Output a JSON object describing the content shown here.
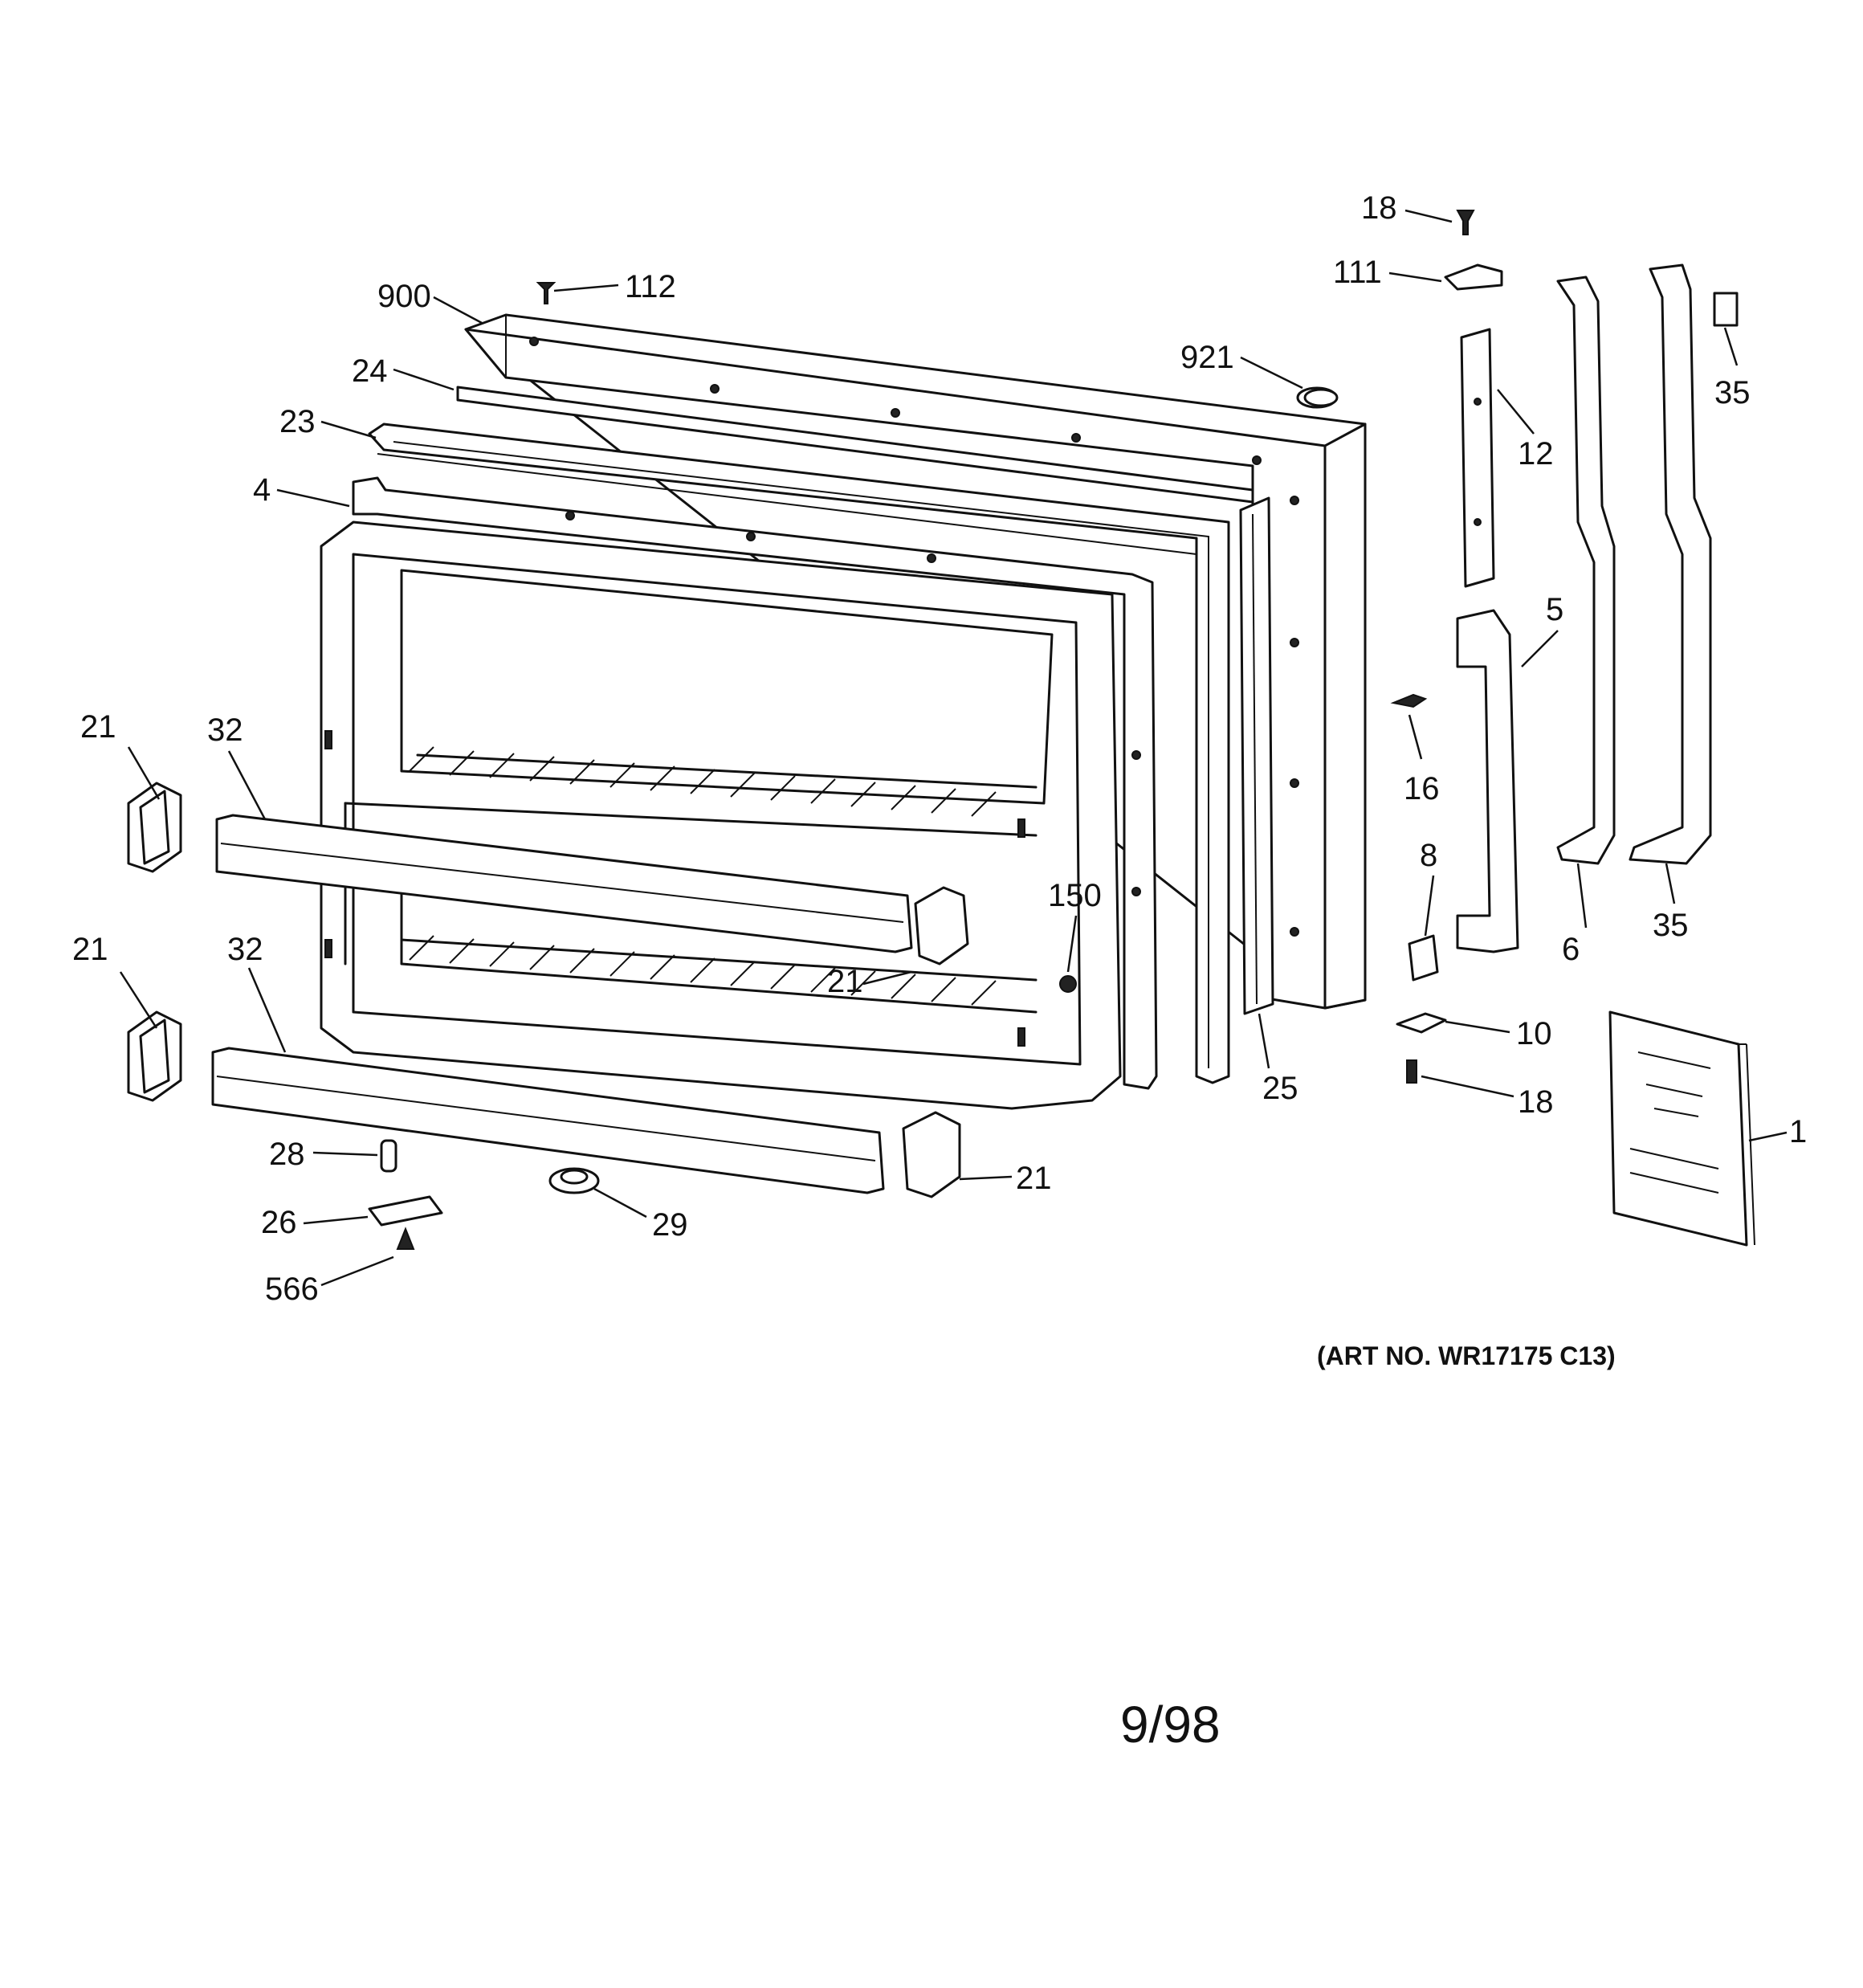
{
  "diagram": {
    "art_number": "(ART NO. WR17175 C13)",
    "date_code": "9/98",
    "callouts": [
      {
        "id": "c-18-top",
        "label": "18"
      },
      {
        "id": "c-111",
        "label": "111"
      },
      {
        "id": "c-112",
        "label": "112"
      },
      {
        "id": "c-900",
        "label": "900"
      },
      {
        "id": "c-921",
        "label": "921"
      },
      {
        "id": "c-24",
        "label": "24"
      },
      {
        "id": "c-23",
        "label": "23"
      },
      {
        "id": "c-4",
        "label": "4"
      },
      {
        "id": "c-12",
        "label": "12"
      },
      {
        "id": "c-35-top",
        "label": "35"
      },
      {
        "id": "c-5",
        "label": "5"
      },
      {
        "id": "c-16",
        "label": "16"
      },
      {
        "id": "c-21-a",
        "label": "21"
      },
      {
        "id": "c-32-a",
        "label": "32"
      },
      {
        "id": "c-150",
        "label": "150"
      },
      {
        "id": "c-8",
        "label": "8"
      },
      {
        "id": "c-6",
        "label": "6"
      },
      {
        "id": "c-35-bottom",
        "label": "35"
      },
      {
        "id": "c-21-b",
        "label": "21"
      },
      {
        "id": "c-32-b",
        "label": "32"
      },
      {
        "id": "c-21-c",
        "label": "21"
      },
      {
        "id": "c-10",
        "label": "10"
      },
      {
        "id": "c-25",
        "label": "25"
      },
      {
        "id": "c-18-bottom",
        "label": "18"
      },
      {
        "id": "c-1",
        "label": "1"
      },
      {
        "id": "c-28",
        "label": "28"
      },
      {
        "id": "c-21-d",
        "label": "21"
      },
      {
        "id": "c-26",
        "label": "26"
      },
      {
        "id": "c-29",
        "label": "29"
      },
      {
        "id": "c-566",
        "label": "566"
      }
    ]
  }
}
